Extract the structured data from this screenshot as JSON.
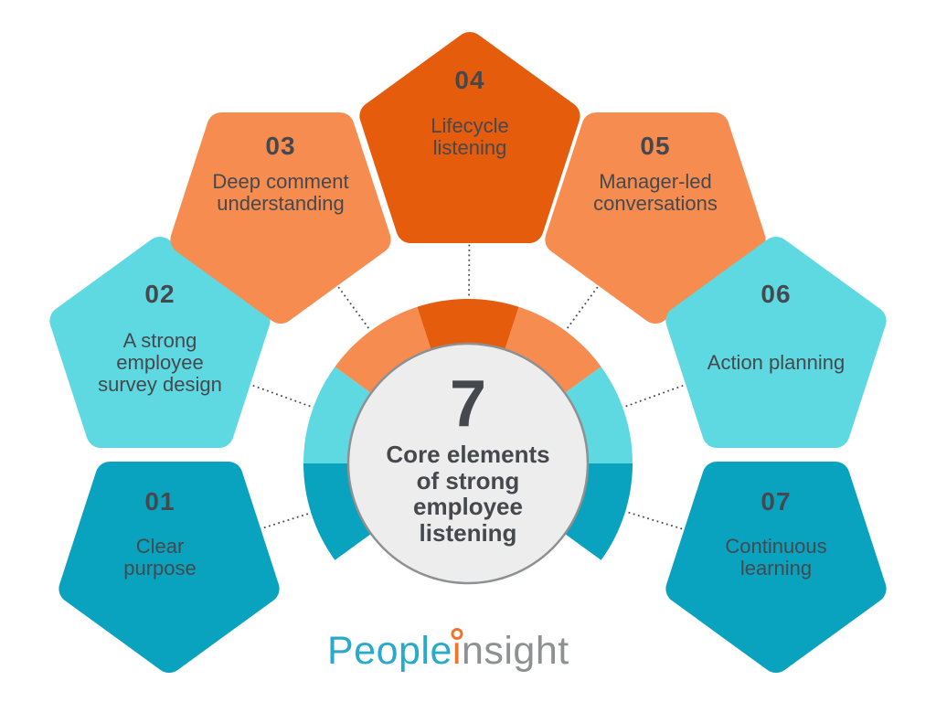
{
  "palette": {
    "dark_teal": "#0AA3BF",
    "cyan": "#5FD9E1",
    "orange": "#F78C50",
    "dark_orange": "#E55C0D",
    "text_dark": "#45494D",
    "circle_fill": "#EDEDED",
    "circle_border": "#8E9092",
    "dot_line": "#4B4B4B",
    "logo_teal": "#29A9CB",
    "logo_orange": "#F0752B",
    "logo_gray": "#8E9091"
  },
  "center": {
    "number": "7",
    "title": "Core elements\nof strong\nemployee\nlistening"
  },
  "items": [
    {
      "number": "01",
      "label": "Clear\npurpose",
      "color": "#0AA3BF",
      "color_name": "dark-teal"
    },
    {
      "number": "02",
      "label": "A strong\nemployee\nsurvey design",
      "color": "#5FD9E1",
      "color_name": "cyan"
    },
    {
      "number": "03",
      "label": "Deep comment\nunderstanding",
      "color": "#F78C50",
      "color_name": "orange"
    },
    {
      "number": "04",
      "label": "Lifecycle\nlistening",
      "color": "#E55C0D",
      "color_name": "dark-orange"
    },
    {
      "number": "05",
      "label": "Manager-led\nconversations",
      "color": "#F78C50",
      "color_name": "orange"
    },
    {
      "number": "06",
      "label": "Action planning",
      "color": "#5FD9E1",
      "color_name": "cyan"
    },
    {
      "number": "07",
      "label": "Continuous\nlearning",
      "color": "#0AA3BF",
      "color_name": "dark-teal"
    }
  ],
  "logo": {
    "part1": "People",
    "part2": "i",
    "part3": "nsight"
  }
}
